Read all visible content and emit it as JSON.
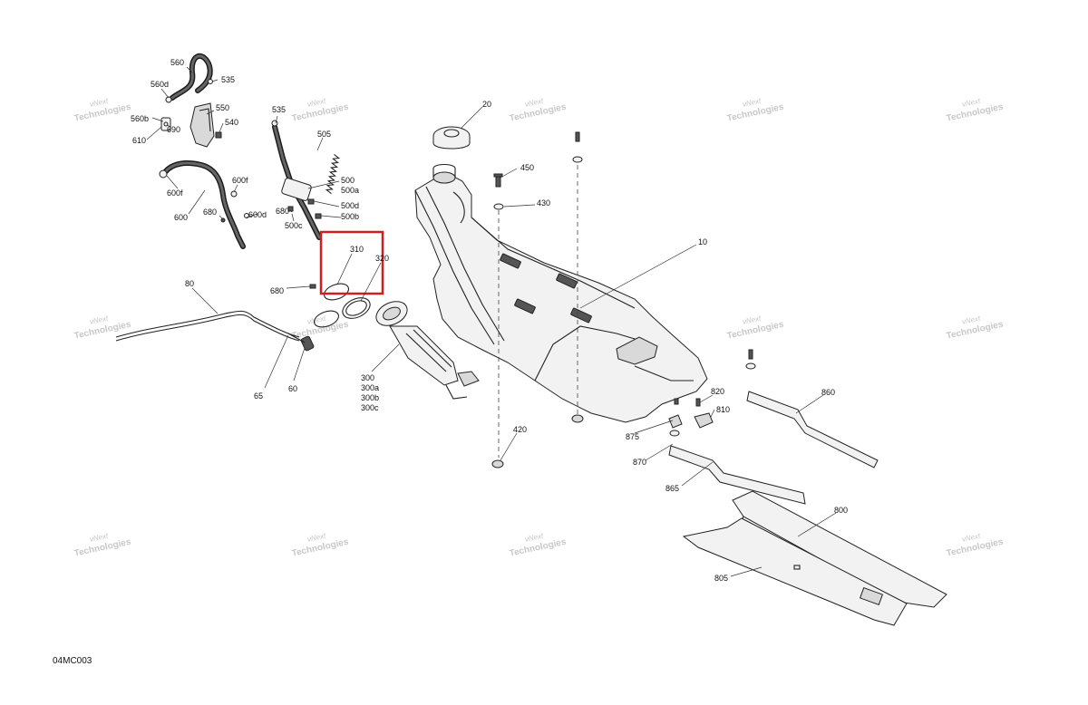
{
  "diagram_code": "04MC003",
  "watermark": {
    "line1": "vNext",
    "line2": "Technologies"
  },
  "highlight_color": "#d21e1e",
  "callouts": [
    {
      "id": "560",
      "label": "560"
    },
    {
      "id": "535a",
      "label": "535"
    },
    {
      "id": "560d",
      "label": "560d"
    },
    {
      "id": "550",
      "label": "550"
    },
    {
      "id": "560b",
      "label": "560b"
    },
    {
      "id": "540",
      "label": "540"
    },
    {
      "id": "690",
      "label": "690"
    },
    {
      "id": "610",
      "label": "610"
    },
    {
      "id": "600f_a",
      "label": "600f"
    },
    {
      "id": "600f_b",
      "label": "600f"
    },
    {
      "id": "600",
      "label": "600"
    },
    {
      "id": "680a",
      "label": "680"
    },
    {
      "id": "600d",
      "label": "600d"
    },
    {
      "id": "535b",
      "label": "535"
    },
    {
      "id": "505",
      "label": "505"
    },
    {
      "id": "500",
      "label": "500"
    },
    {
      "id": "500a",
      "label": "500a"
    },
    {
      "id": "680b",
      "label": "680"
    },
    {
      "id": "500d",
      "label": "500d"
    },
    {
      "id": "500c",
      "label": "500c"
    },
    {
      "id": "500b",
      "label": "500b"
    },
    {
      "id": "310",
      "label": "310"
    },
    {
      "id": "320",
      "label": "320"
    },
    {
      "id": "680c",
      "label": "680"
    },
    {
      "id": "80",
      "label": "80"
    },
    {
      "id": "65",
      "label": "65"
    },
    {
      "id": "60",
      "label": "60"
    },
    {
      "id": "300",
      "label": "300"
    },
    {
      "id": "300a",
      "label": "300a"
    },
    {
      "id": "300b",
      "label": "300b"
    },
    {
      "id": "300c",
      "label": "300c"
    },
    {
      "id": "20",
      "label": "20"
    },
    {
      "id": "450",
      "label": "450"
    },
    {
      "id": "430",
      "label": "430"
    },
    {
      "id": "10",
      "label": "10"
    },
    {
      "id": "420",
      "label": "420"
    },
    {
      "id": "820",
      "label": "820"
    },
    {
      "id": "810",
      "label": "810"
    },
    {
      "id": "875",
      "label": "875"
    },
    {
      "id": "860",
      "label": "860"
    },
    {
      "id": "870",
      "label": "870"
    },
    {
      "id": "865",
      "label": "865"
    },
    {
      "id": "800",
      "label": "800"
    },
    {
      "id": "805",
      "label": "805"
    }
  ]
}
